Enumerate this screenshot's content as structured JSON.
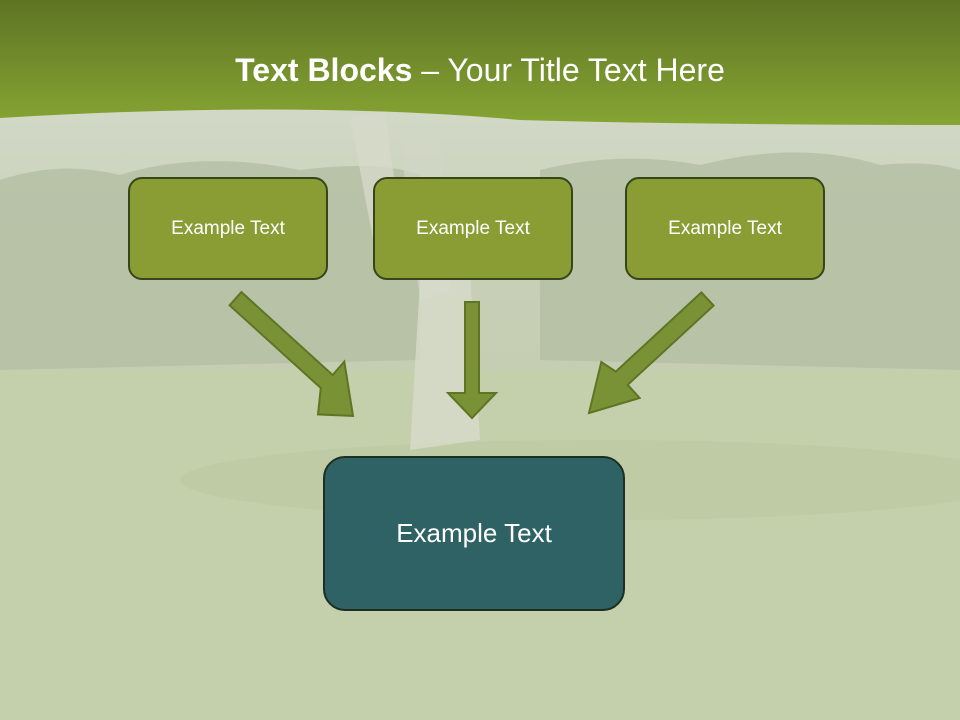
{
  "slide": {
    "title_bold": "Text Blocks",
    "title_sep": " – ",
    "title_rest": "Your Title Text Here"
  },
  "top_boxes": [
    {
      "label": "Example Text"
    },
    {
      "label": "Example Text"
    },
    {
      "label": "Example Text"
    }
  ],
  "bottom_box": {
    "label": "Example Text"
  },
  "colors": {
    "header_green": "#7f9e2c",
    "box_green": "#8a9d34",
    "box_border": "#37461a",
    "arrow_fill": "#7a9236",
    "bottom_box_fill": "#2f6264",
    "background_grass": "#c3cfa8"
  }
}
